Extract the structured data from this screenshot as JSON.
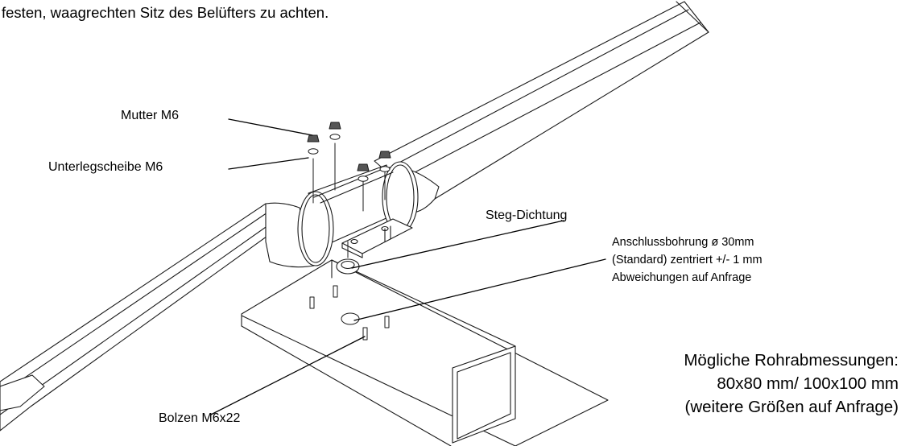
{
  "intro_text": "festen, waagrechten Sitz des Belüfters zu achten.",
  "labels": {
    "nut": "Mutter M6",
    "washer": "Unterlegscheibe M6",
    "seal": "Steg-Dichtung",
    "bolt": "Bolzen M6x22"
  },
  "bore_note": {
    "line1": "Anschlussbohrung ø 30mm",
    "line2": "(Standard) zentriert +/- 1 mm",
    "line3": "Abweichungen auf Anfrage"
  },
  "pipe_sizes": {
    "line1": "Mögliche Rohrabmessungen:",
    "line2": "80x80 mm/ 100x100 mm",
    "line3": "(weitere Größen auf Anfrage)"
  }
}
